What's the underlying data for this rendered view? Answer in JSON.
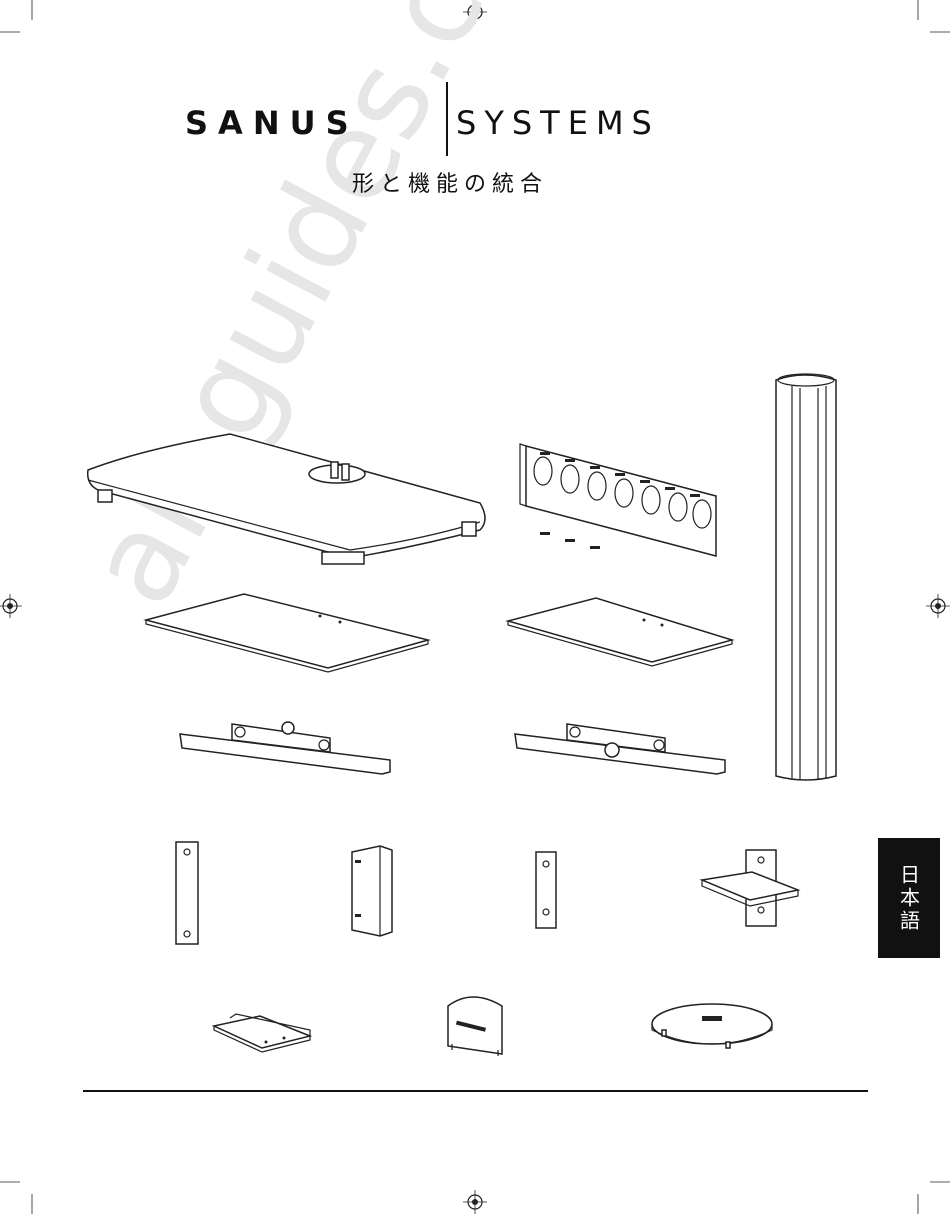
{
  "brand": {
    "name_bold": "SANUS",
    "name_light": "SYSTEMS",
    "tagline": "形と機能の統合"
  },
  "watermark": "all-guides.com",
  "language_tab": "日本語",
  "colors": {
    "ink": "#111111",
    "tab_background": "#111111",
    "watermark": "#e6e6e6"
  }
}
